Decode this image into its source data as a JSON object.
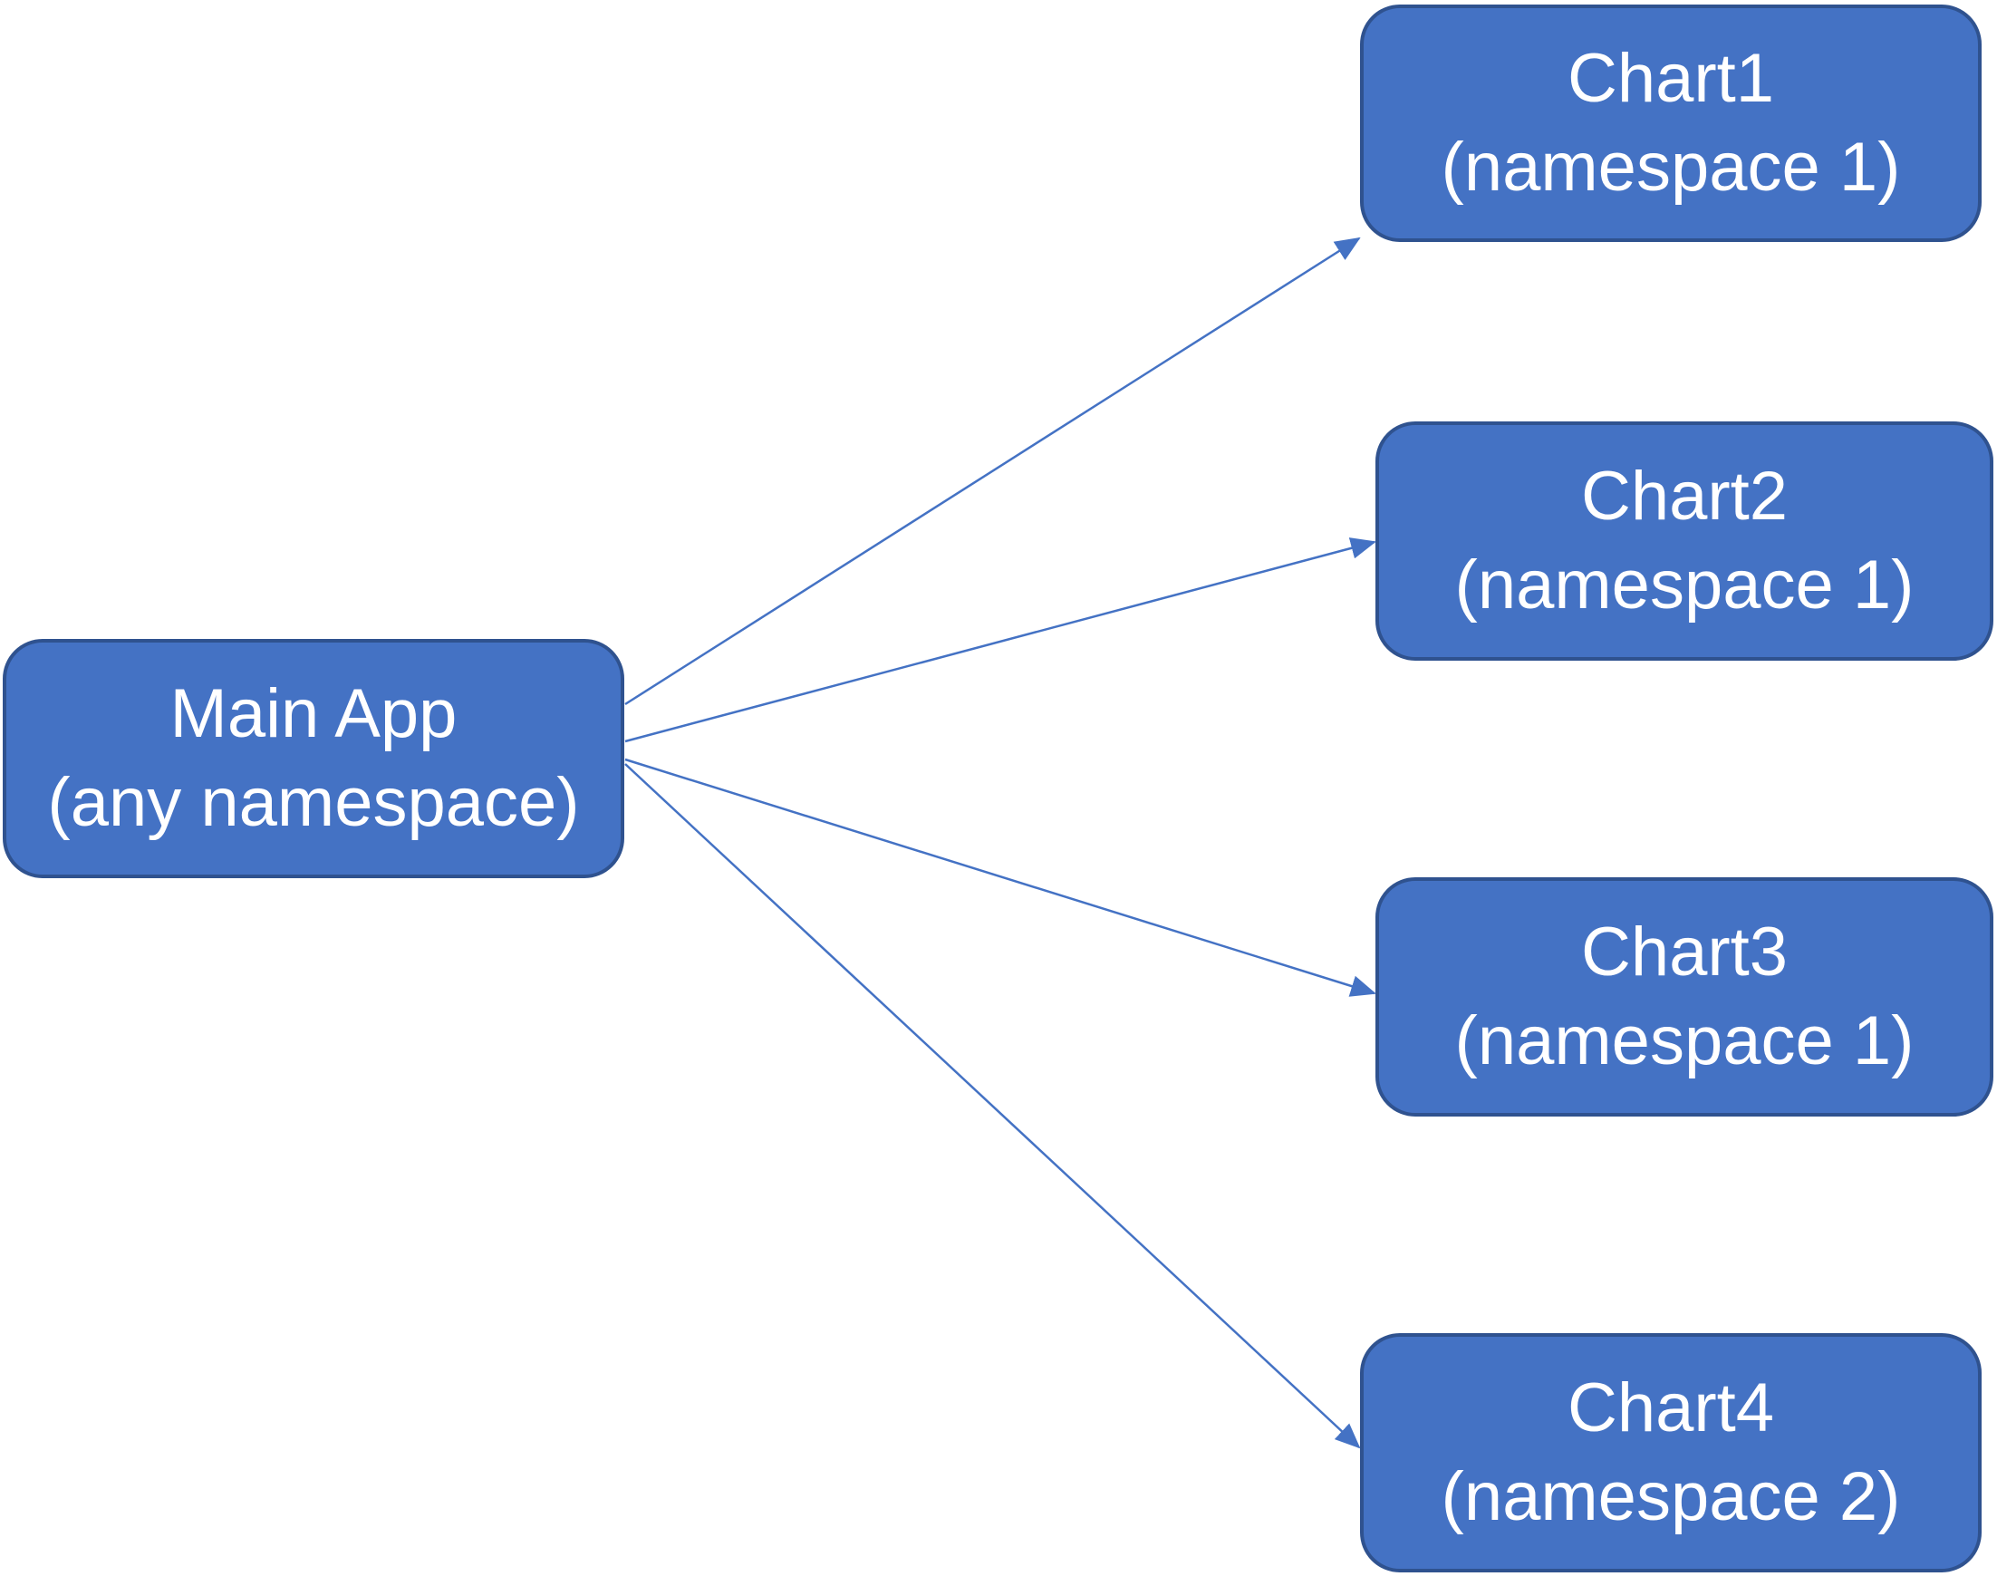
{
  "colors": {
    "node_fill": "#4472C4",
    "node_border": "#2F528F",
    "node_text": "#FFFFFF",
    "arrow": "#4472C4"
  },
  "nodes": {
    "main": {
      "line1": "Main App",
      "line2": "(any namespace)"
    },
    "chart1": {
      "line1": "Chart1",
      "line2": "(namespace 1)"
    },
    "chart2": {
      "line1": "Chart2",
      "line2": "(namespace 1)"
    },
    "chart3": {
      "line1": "Chart3",
      "line2": "(namespace 1)"
    },
    "chart4": {
      "line1": "Chart4",
      "line2": "(namespace 2)"
    }
  },
  "edges": [
    {
      "from": "main",
      "to": "chart1"
    },
    {
      "from": "main",
      "to": "chart2"
    },
    {
      "from": "main",
      "to": "chart3"
    },
    {
      "from": "main",
      "to": "chart4"
    }
  ]
}
